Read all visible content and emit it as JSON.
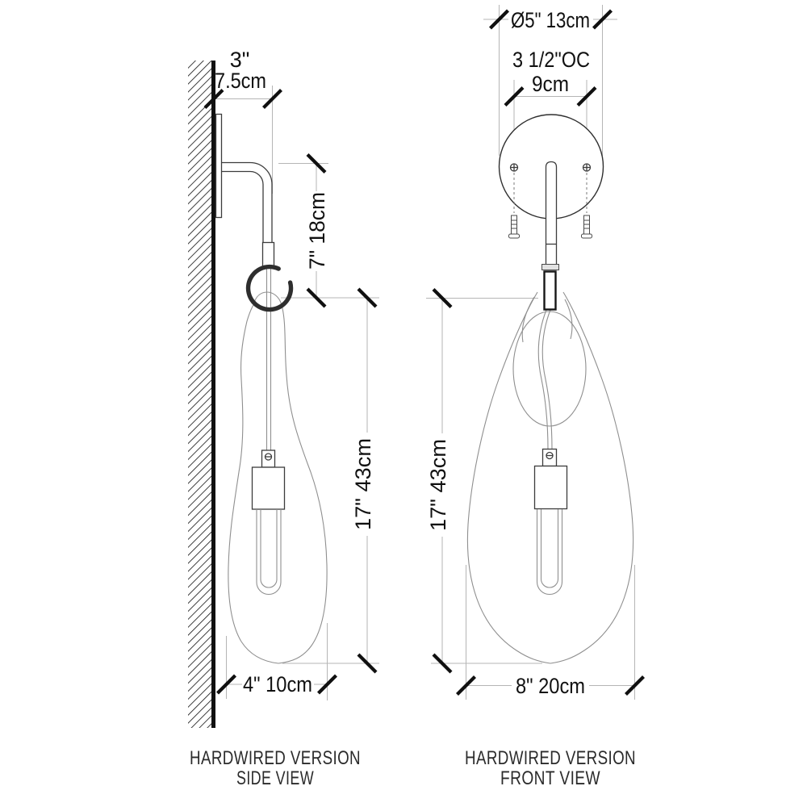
{
  "side_view": {
    "caption": [
      "HARDWIRED VERSION",
      "SIDE VIEW"
    ],
    "dims": {
      "projection_in": "3\"",
      "projection_cm": "7.5cm",
      "drop": "7\" 18cm",
      "height": "17\" 43cm",
      "width": "4\" 10cm"
    }
  },
  "front_view": {
    "caption": [
      "HARDWIRED VERSION",
      "FRONT VIEW"
    ],
    "dims": {
      "canopy_diameter": "Ø5\" 13cm",
      "mount_spacing_in": "3 1/2\"OC",
      "mount_spacing_cm": "9cm",
      "height": "17\" 43cm",
      "width": "8\" 20cm"
    }
  }
}
